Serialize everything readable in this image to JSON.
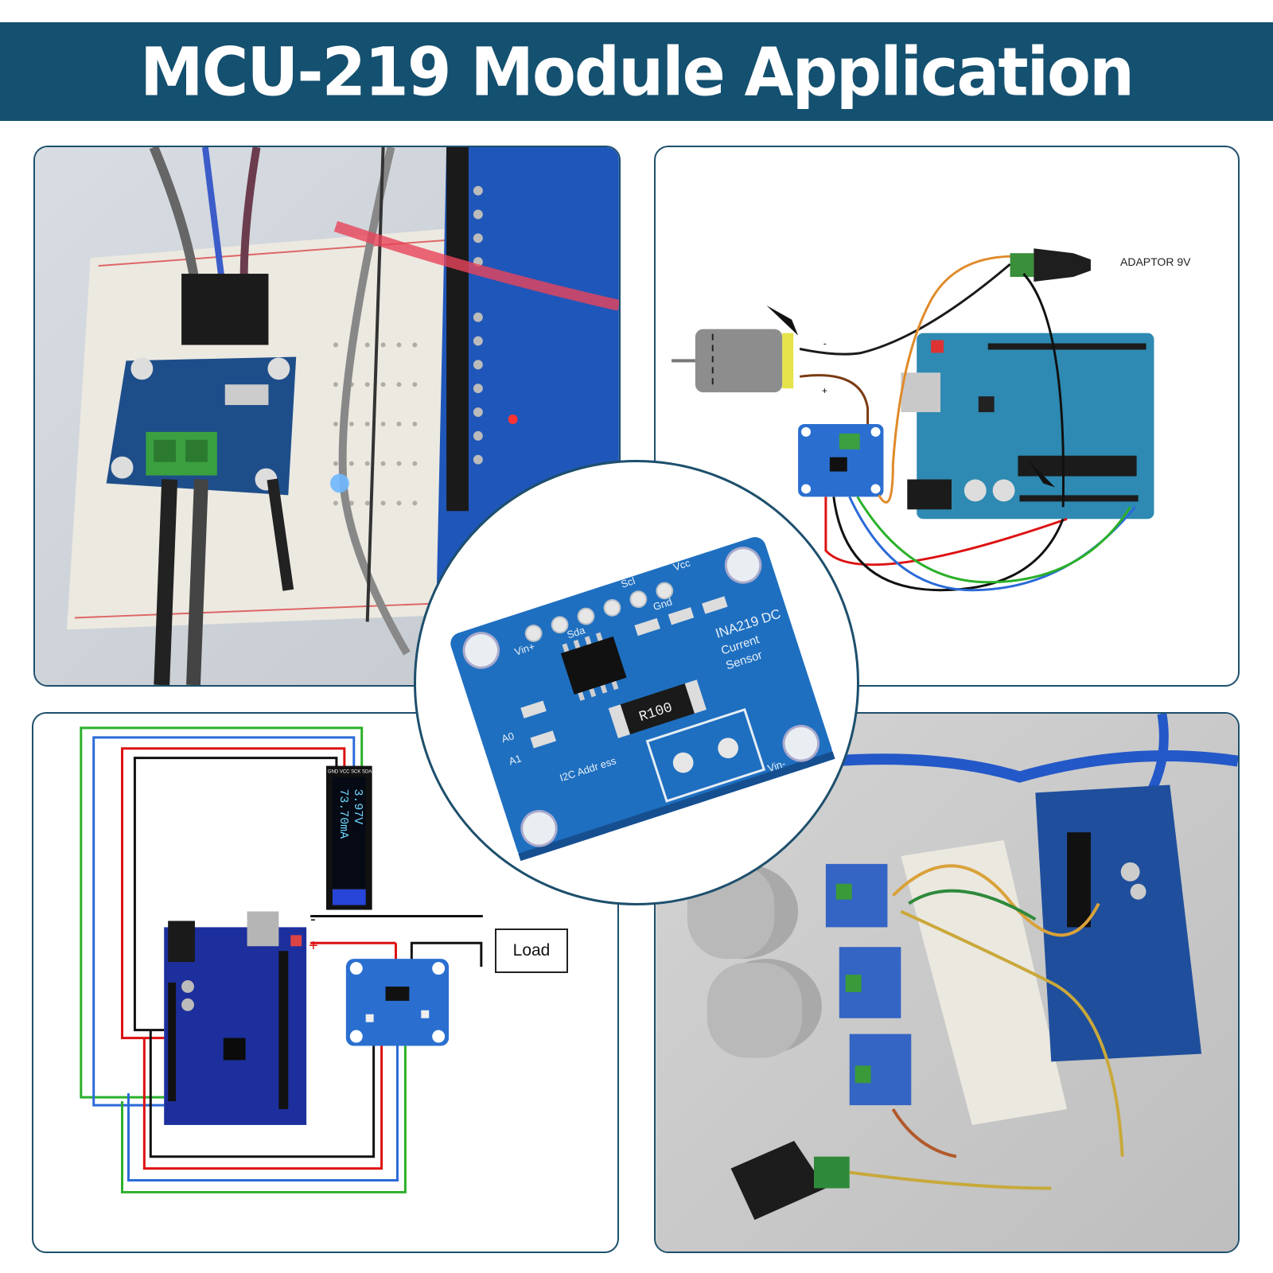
{
  "title": "MCU-219 Module Application",
  "panels": {
    "top_right": {
      "adaptor_label": "ADAPTOR 9V",
      "minus": "-",
      "plus": "+"
    },
    "bottom_left": {
      "load_label": "Load",
      "oled_line1": "3.97V",
      "oled_line2": "73.70mA",
      "oled_pins": "GND VCC SCK SDA",
      "minus": "-",
      "plus": "+"
    }
  },
  "center_module": {
    "chip_label": "R100",
    "silk_title": "INA219 DC",
    "silk_sub1": "Current",
    "silk_sub2": "Sensor",
    "pin_vin_minus": "Vin-",
    "pin_vin_plus": "Vin+",
    "pin_vcc": "Vcc",
    "pin_gnd": "Gnd",
    "pin_scl": "Scl",
    "pin_sda": "Sda",
    "addr": "I2C Addr ess",
    "a0": "A0",
    "a1": "A1"
  },
  "colors": {
    "banner": "#14506f",
    "pcb_blue": "#1f6fc0",
    "border": "#1d4f6c"
  }
}
